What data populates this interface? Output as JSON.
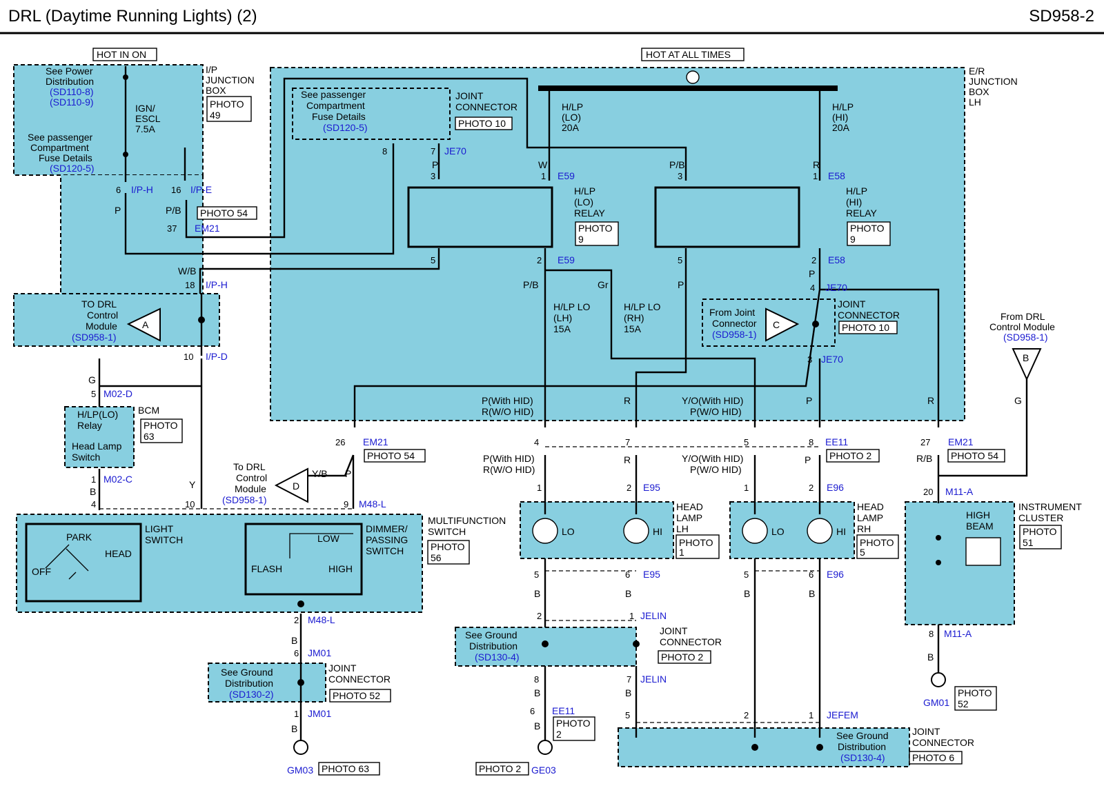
{
  "header": {
    "title": "DRL (Daytime Running Lights) (2)",
    "code": "SD958-2"
  },
  "hot": {
    "in_on": "HOT IN ON",
    "all_times": "HOT AT ALL TIMES"
  },
  "ip_box": {
    "label1": "I/P",
    "label2": "JUNCTION",
    "label3": "BOX",
    "photo1": "PHOTO",
    "photo2": "49",
    "power1": "See Power",
    "power2": "Distribution",
    "ref1": "(SD110-8)",
    "ref2": "(SD110-9)",
    "fuse1": "IGN/",
    "fuse2": "ESCL",
    "fuse3": "7.5A",
    "pass1": "See passenger",
    "pass2": "Compartment",
    "pass3": "Fuse Details",
    "pass_ref": "(SD120-5)"
  },
  "er_box": {
    "label1": "E/R",
    "label2": "JUNCTION",
    "label3": "BOX",
    "label4": "LH",
    "fuse_lo1": "H/LP",
    "fuse_lo2": "(LO)",
    "fuse_lo3": "20A",
    "fuse_hi1": "H/LP",
    "fuse_hi2": "(HI)",
    "fuse_hi3": "20A",
    "relay_lo1": "H/LP",
    "relay_lo2": "(LO)",
    "relay_lo3": "RELAY",
    "relay_hi1": "H/LP",
    "relay_hi2": "(HI)",
    "relay_hi3": "RELAY",
    "photo": "PHOTO",
    "photo_n": "9",
    "lh1": "H/LP LO",
    "lh2": "(LH)",
    "lh3": "15A",
    "rh1": "H/LP LO",
    "rh2": "(RH)",
    "rh3": "15A"
  },
  "joint_top": {
    "pass1": "See passenger",
    "pass2": "Compartment",
    "pass3": "Fuse Details",
    "ref": "(SD120-5)",
    "label1": "JOINT",
    "label2": "CONNECTOR",
    "photo": "PHOTO 10"
  },
  "joint_c": {
    "from1": "From Joint",
    "from2": "Connector",
    "ref": "(SD958-1)",
    "letter": "C",
    "label1": "JOINT",
    "label2": "CONNECTOR",
    "photo": "PHOTO 10"
  },
  "drl_a": {
    "to1": "TO DRL",
    "to2": "Control",
    "to3": "Module",
    "ref": "(SD958-1)",
    "letter": "A"
  },
  "drl_d": {
    "to1": "To DRL",
    "to2": "Control",
    "to3": "Module",
    "ref": "(SD958-1)",
    "letter": "D"
  },
  "drl_b": {
    "from1": "From DRL",
    "from2": "Control Module",
    "ref": "(SD958-1)",
    "letter": "B"
  },
  "bcm": {
    "name": "BCM",
    "relay1": "H/LP(LO)",
    "relay2": "Relay",
    "sw1": "Head Lamp",
    "sw2": "Switch",
    "photo1": "PHOTO",
    "photo2": "63"
  },
  "multifunction": {
    "label1": "MULTIFUNCTION",
    "label2": "SWITCH",
    "photo1": "PHOTO",
    "photo2": "56",
    "light1": "LIGHT",
    "light2": "SWITCH",
    "park": "PARK",
    "head": "HEAD",
    "off": "OFF",
    "dim1": "DIMMER/",
    "dim2": "PASSING",
    "dim3": "SWITCH",
    "low": "LOW",
    "flash": "FLASH",
    "high": "HIGH"
  },
  "head_lh": {
    "label1": "HEAD",
    "label2": "LAMP",
    "label3": "LH",
    "lo": "LO",
    "hi": "HI",
    "photo1": "PHOTO",
    "photo2": "1"
  },
  "head_rh": {
    "label1": "HEAD",
    "label2": "LAMP",
    "label3": "RH",
    "lo": "LO",
    "hi": "HI",
    "photo1": "PHOTO",
    "photo2": "5"
  },
  "cluster": {
    "label1": "INSTRUMENT",
    "label2": "CLUSTER",
    "photo1": "PHOTO",
    "photo2": "51",
    "beam1": "HIGH",
    "beam2": "BEAM"
  },
  "grounds": {
    "gd": "See Ground",
    "dist": "Distribution",
    "jm_ref": "(SD130-2)",
    "jl_ref": "(SD130-4)",
    "jf_ref": "(SD130-4)",
    "joint1": "JOINT",
    "joint2": "CONNECTOR",
    "jm_photo": "PHOTO 52",
    "jl_photo": "PHOTO 2",
    "jf_photo": "PHOTO 6",
    "gm03": "GM03",
    "gm03_photo": "PHOTO 63",
    "ge03": "GE03",
    "ge03_photo": "PHOTO 2",
    "gm01": "GM01",
    "gm01_photo1": "PHOTO",
    "gm01_photo2": "52"
  },
  "connectors": {
    "iph": "I/P-H",
    "ipe": "I/P-E",
    "ipd": "I/P-D",
    "em21": "EM21",
    "je70": "JE70",
    "e59": "E59",
    "e58": "E58",
    "m02d": "M02-D",
    "m02c": "M02-C",
    "m48l": "M48-L",
    "ee11": "EE11",
    "e95": "E95",
    "e96": "E96",
    "m11a": "M11-A",
    "jm01": "JM01",
    "jelin": "JELIN",
    "jefem": "JEFEM",
    "photo54": "PHOTO 54",
    "photo2": "PHOTO 2",
    "photo2b": "PHOTO",
    "photo2c": "2"
  },
  "wires": {
    "P": "P",
    "PB": "P/B",
    "WB": "W/B",
    "W": "W",
    "R": "R",
    "G": "G",
    "Y": "Y",
    "YB": "Y/B",
    "B": "B",
    "Gr": "Gr",
    "RB": "R/B",
    "p_hid": "P(With HID)",
    "r_wo": "R(W/O HID)",
    "yo_hid": "Y/O(With HID)",
    "p_wo": "P(W/O HID)"
  },
  "pins": {
    "p1": "1",
    "p2": "2",
    "p3": "3",
    "p4": "4",
    "p5": "5",
    "p6": "6",
    "p7": "7",
    "p8": "8",
    "p9": "9",
    "p10": "10",
    "p16": "16",
    "p18": "18",
    "p20": "20",
    "p26": "26",
    "p27": "27",
    "p37": "37"
  }
}
